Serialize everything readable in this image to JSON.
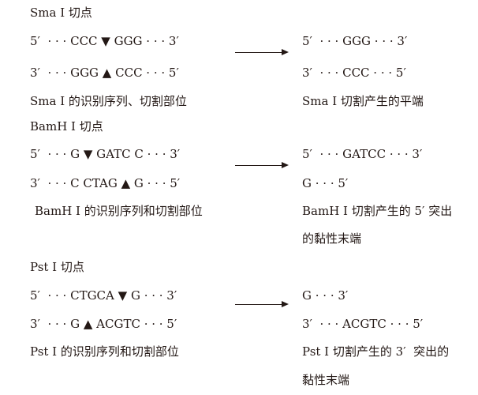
{
  "sma": {
    "heading": "Sma I 切点",
    "seq_top": "5′  · · · CCC ▼ GGG · · · 3′",
    "seq_bottom": "3′  · · · GGG ▲ CCC · · · 5′",
    "result_top": "5′  · · · GGG · · · 3′",
    "result_bottom": "3′  · · · CCC · · · 5′",
    "caption_left": "Sma I 的识别序列、切割部位",
    "caption_right": "Sma I 切割产生的平端"
  },
  "bamh": {
    "heading": "BamH I 切点",
    "seq_top": "5′  · · · G ▼ GATC C · · · 3′",
    "seq_bottom": "3′  · · · C CTAG ▲ G · · · 5′",
    "result_top": "5′  · · · GATCC · · · 3′",
    "result_bottom": "G · · · 5′",
    "caption_left": "BamH I 的识别序列和切割部位",
    "caption_right_line1": "BamH I 切割产生的 5′ 突出",
    "caption_right_line2": "的黏性末端"
  },
  "pst": {
    "heading": "Pst I 切点",
    "seq_top": "5′  · · · CTGCA ▼ G · · · 3′",
    "seq_bottom": "3′  · · · G ▲ ACGTC · · · 5′",
    "result_top": "G · · · 3′",
    "result_bottom": "3′  · · · ACGTC · · · 5′",
    "caption_left": "Pst I 的识别序列和切割部位",
    "caption_right_line1": "Pst I 切割产生的 3′  突出的",
    "caption_right_line2": "黏性末端"
  }
}
